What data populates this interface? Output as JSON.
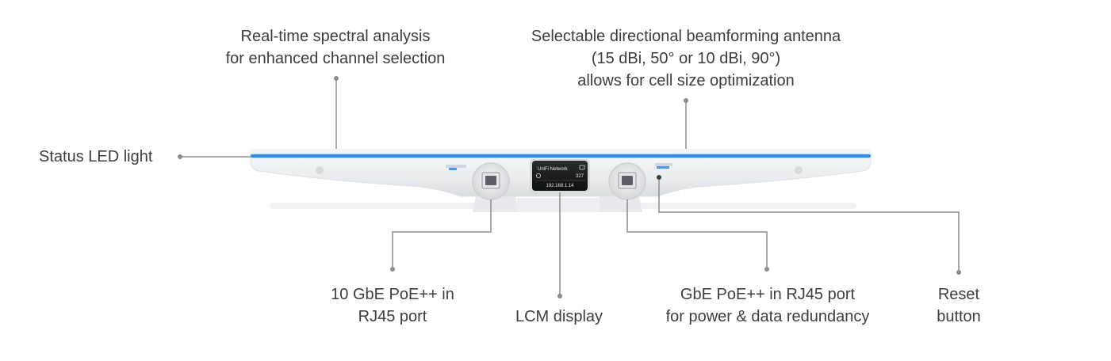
{
  "callouts": {
    "spectral": {
      "line1": "Real-time spectral analysis",
      "line2": "for enhanced channel selection"
    },
    "antenna": {
      "line1": "Selectable directional beamforming antenna",
      "line2": "(15 dBi, 50° or 10 dBi, 90°)",
      "line3": "allows for cell size optimization"
    },
    "status_led": {
      "line1": "Status LED light"
    },
    "port_10gbe": {
      "line1": "10 GbE PoE++ in",
      "line2": "RJ45 port"
    },
    "lcm": {
      "line1": "LCM display"
    },
    "port_gbe": {
      "line1": "GbE PoE++ in RJ45 port",
      "line2": "for power & data redundancy"
    },
    "reset": {
      "line1": "Reset",
      "line2": "button"
    }
  },
  "device": {
    "screen_title": "UniFi Network",
    "screen_value": "327",
    "screen_ip": "192.168.1.14",
    "led_color": "#2f8ef0",
    "body_color": "#eef0f3"
  }
}
